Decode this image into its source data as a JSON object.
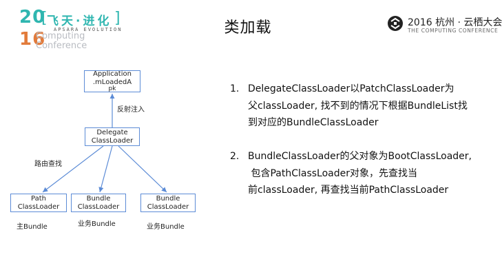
{
  "logo": {
    "year_top": "20",
    "year_bottom": "16",
    "sub_line1": "Computing",
    "sub_line2": "Conference",
    "cn_title": "飞天·进化",
    "bracket_left": "[",
    "bracket_right": "]",
    "en_title": "APSARA EVOLUTION"
  },
  "title": "类加载",
  "conference": {
    "line1": "2016 杭州 · 云栖大会",
    "line2": "THE COMPUTING CONFERENCE",
    "icon": "conference-globe-icon"
  },
  "diagram": {
    "nodes": {
      "application": {
        "line1": "Application",
        "line2": ".mLoadedA",
        "line3": "pk"
      },
      "delegate": {
        "line1": "Delegate",
        "line2": "ClassLoader"
      },
      "path": {
        "line1": "Path",
        "line2": "ClassLoader"
      },
      "bundle1": {
        "line1": "Bundle",
        "line2": "ClassLoader"
      },
      "bundle2": {
        "line1": "Bundle",
        "line2": "ClassLoader"
      }
    },
    "labels": {
      "reflect": "反射注入",
      "routing": "路由查找",
      "main_bundle": "主Bundle",
      "business_bundle_1": "业务Bundle",
      "business_bundle_2": "业务Bundle"
    }
  },
  "points": [
    {
      "num": "1.",
      "line1": "DelegateClassLoader以PatchClassLoader为",
      "line2": "父classLoader, 找不到的情况下根据BundleList找",
      "line3": "到对应的BundleClassLoader"
    },
    {
      "num": "2.",
      "line1": "BundleClassLoader的父对象为BootClassLoader,",
      "line2": " 包含PathClassLoader对象，先查找当",
      "line3": "前classLoader, 再查找当前PathClassLoader"
    }
  ],
  "colors": {
    "accent": "#2fb6b0",
    "node_border": "#5b8bd6",
    "arrow": "#5b8bd6"
  }
}
